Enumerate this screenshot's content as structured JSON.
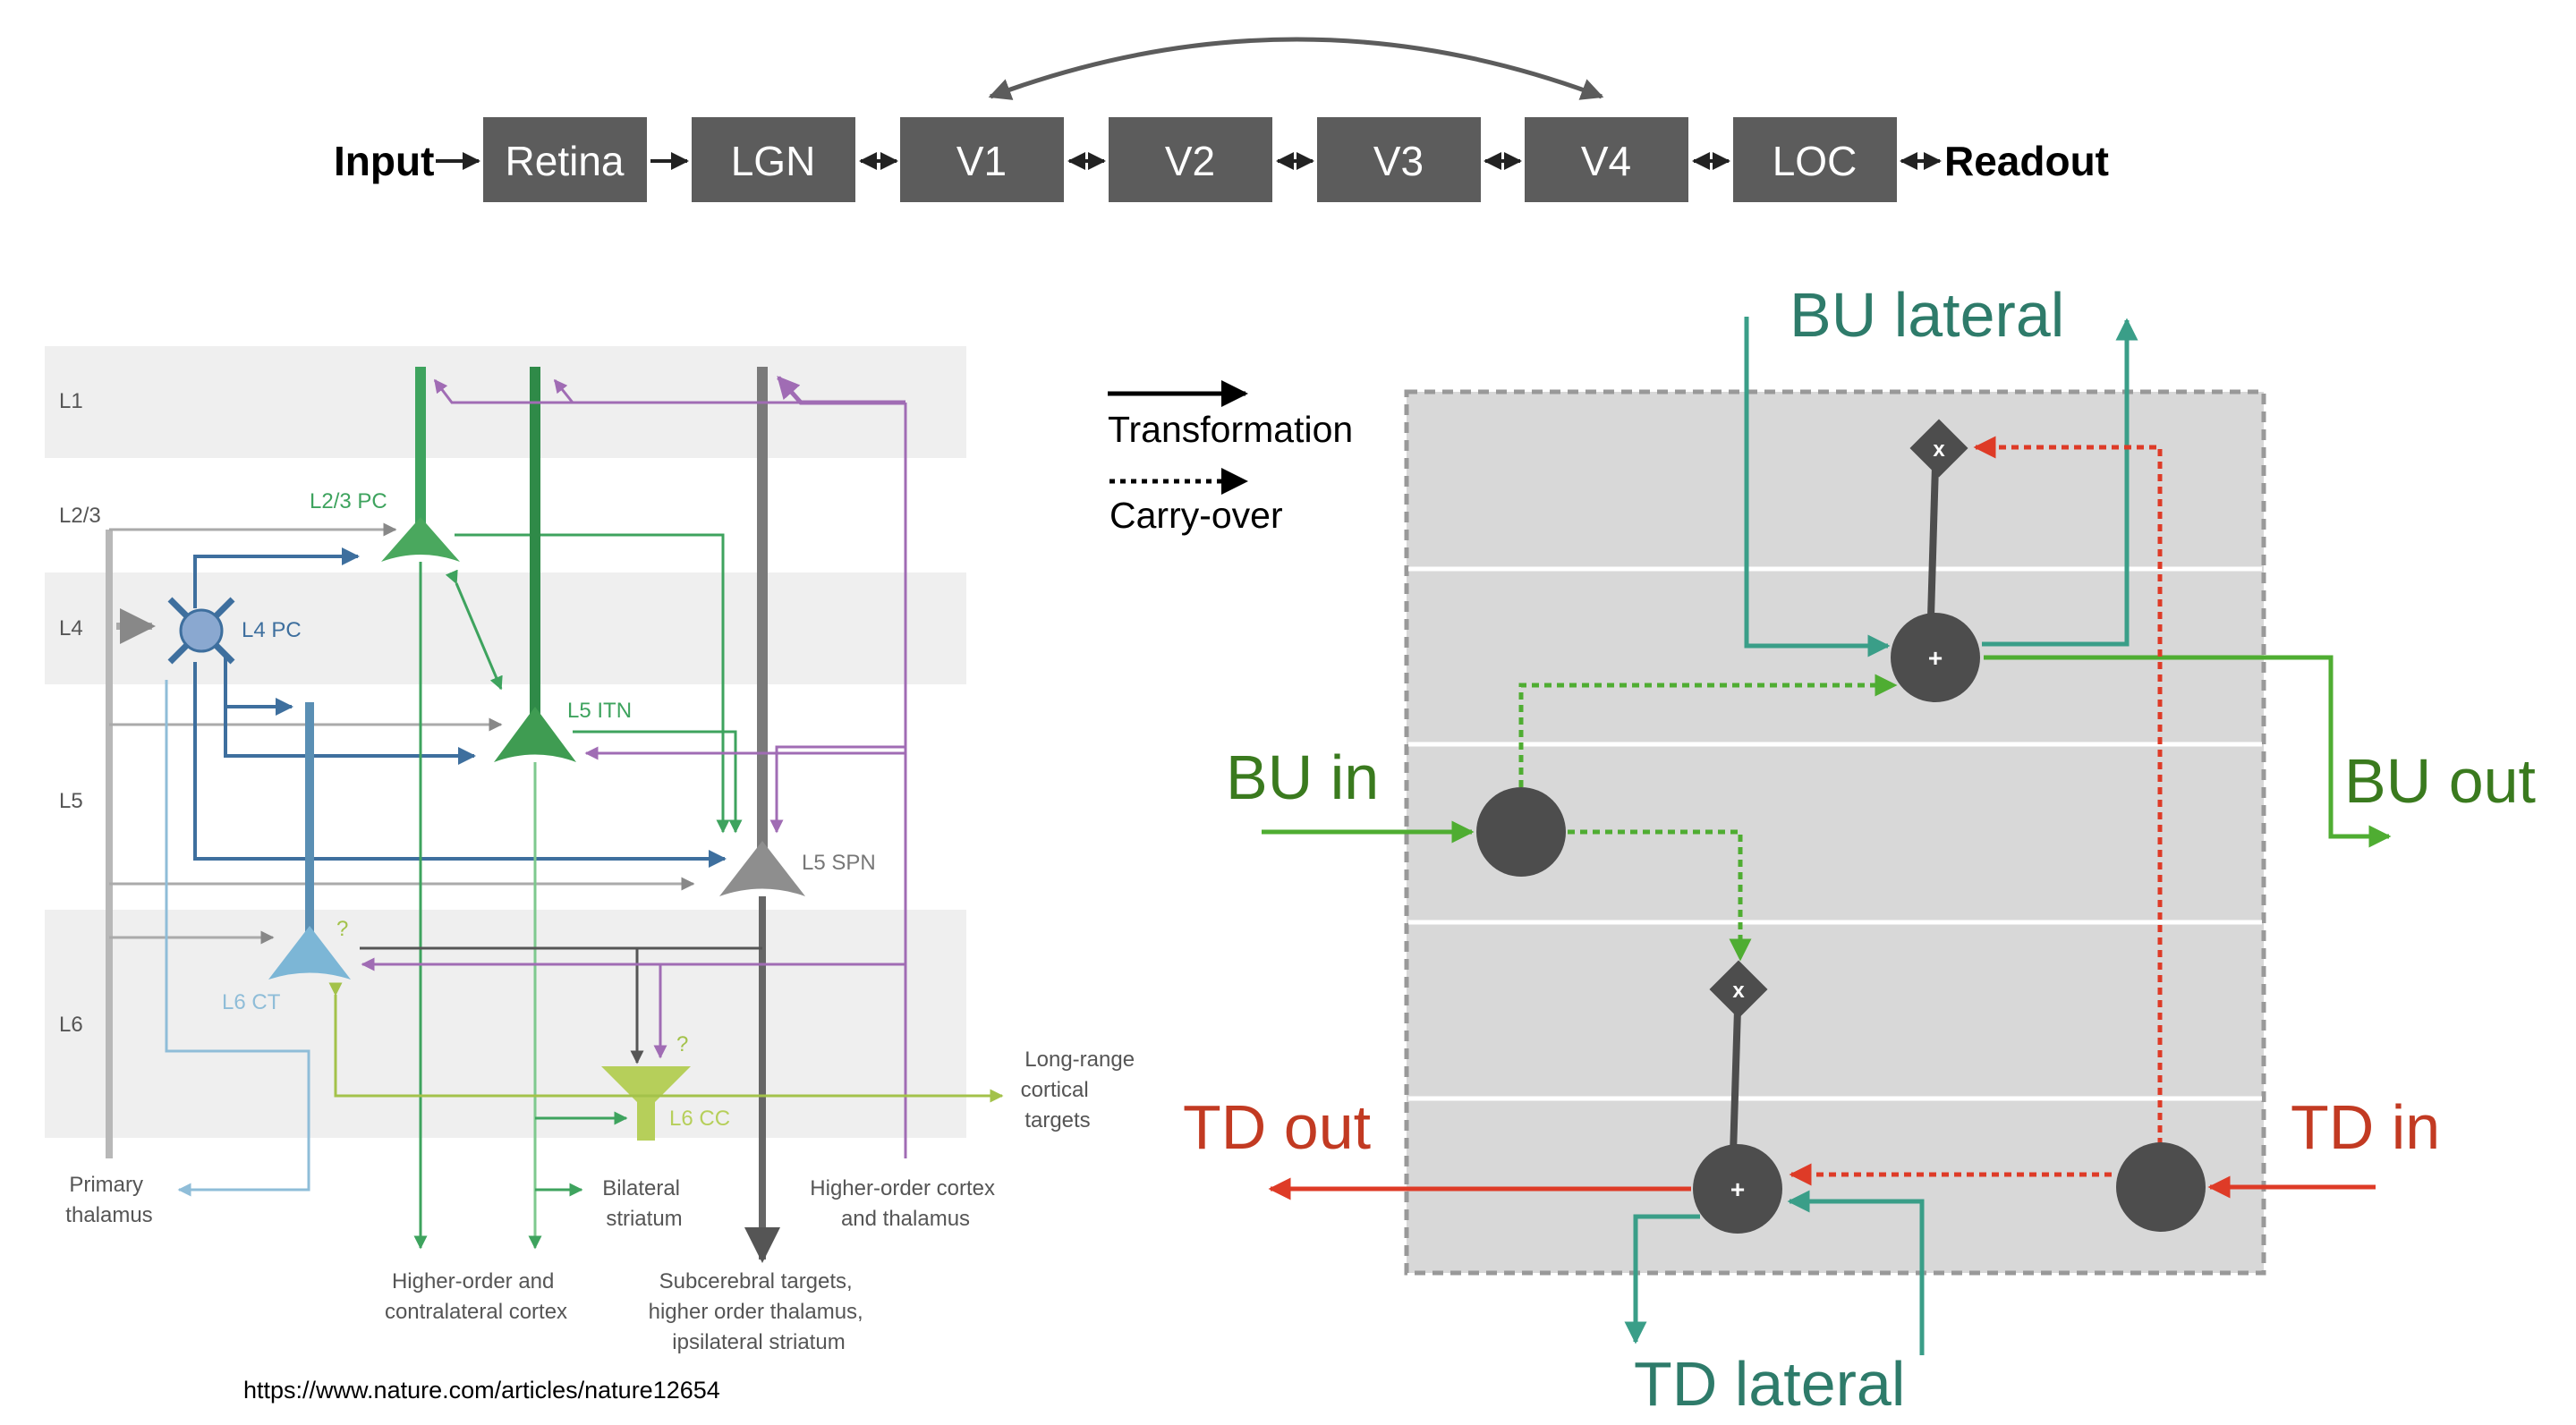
{
  "pipeline": {
    "input_label": "Input",
    "readout_label": "Readout",
    "stages": [
      "Retina",
      "LGN",
      "V1",
      "V2",
      "V3",
      "V4",
      "LOC"
    ]
  },
  "cortex": {
    "layers": [
      "L1",
      "L2/3",
      "L4",
      "L5",
      "L6"
    ],
    "cells": {
      "l23_pc": "L2/3 PC",
      "l4_pc": "L4 PC",
      "l5_itn": "L5 ITN",
      "l5_spn": "L5 SPN",
      "l6_ct": "L6 CT",
      "l6_cc": "L6 CC"
    },
    "question_mark": "?",
    "targets": {
      "primary_thalamus": [
        "Primary",
        "thalamus"
      ],
      "bilateral_striatum": [
        "Bilateral",
        "striatum"
      ],
      "higher_order_cortex_thalamus": [
        "Higher-order cortex",
        "and thalamus"
      ],
      "long_range": [
        "Long-range",
        "cortical",
        "targets"
      ],
      "higher_order_contralateral": [
        "Higher-order and",
        "contralateral cortex"
      ],
      "subcerebral": [
        "Subcerebral targets,",
        "higher order thalamus,",
        "ipsilateral striatum"
      ]
    },
    "source_url": "https://www.nature.com/articles/nature12654"
  },
  "legend": {
    "transformation": "Transformation",
    "carry_over": "Carry-over"
  },
  "circuit": {
    "bu_lateral": "BU lateral",
    "bu_in": "BU in",
    "bu_out": "BU out",
    "td_out": "TD out",
    "td_in": "TD in",
    "td_lateral": "TD lateral",
    "multiply_symbol": "x",
    "add_symbol": "+"
  },
  "colors": {
    "box_gray": "#5c5c5c",
    "teal": "#3a9e88",
    "teal_text": "#2e7b6a",
    "green": "#4fad32",
    "green_text": "#3a7a1e",
    "red": "#de3b27",
    "red_text": "#c23a22",
    "cortex_purple": "#a06cb4",
    "cortex_blue": "#3e6f9e",
    "cortex_green": "#3ea35e"
  }
}
